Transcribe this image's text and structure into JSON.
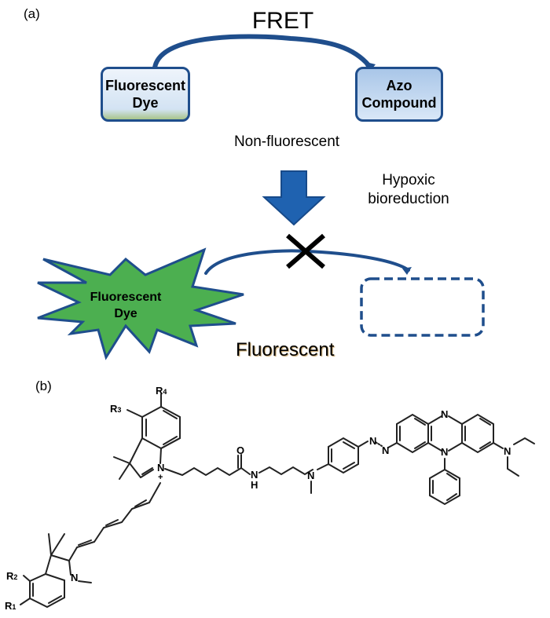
{
  "panel_a": {
    "label": "(a)",
    "fret_title": "FRET",
    "donor_box": {
      "line1": "Fluorescent",
      "line2": "Dye"
    },
    "acceptor_box": {
      "line1": "Azo",
      "line2": "Compound"
    },
    "state_top": "Non-fluorescent",
    "process": {
      "line1": "Hypoxic",
      "line2": "bioreduction"
    },
    "star": {
      "line1": "Fluorescent",
      "line2": "Dye"
    },
    "state_bottom": "Fluorescent",
    "blocked_symbol": "✕",
    "colors": {
      "arrow_blue": "#1f4e8c",
      "block_arrow": "#1f62b0",
      "star_fill": "#4caf50",
      "star_stroke": "#1f4e8c",
      "dashed_box": "#1f4e8c"
    }
  },
  "panel_b": {
    "label": "(b)",
    "atoms": {
      "R1": "R",
      "R1_sub": "1",
      "R2": "R",
      "R2_sub": "2",
      "R3": "R",
      "R3_sub": "3",
      "R4": "R",
      "R4_sub": "4",
      "N_indolium": "N",
      "plus": "+",
      "N_indoline": "N",
      "O_amide": "O",
      "N_amide": "N",
      "H_amide": "H",
      "N_amine": "N",
      "N_azo1": "N",
      "N_azo2": "N",
      "N_phenazine_top": "N",
      "N_phenazine_bottom": "N",
      "N_diethyl": "N"
    }
  }
}
